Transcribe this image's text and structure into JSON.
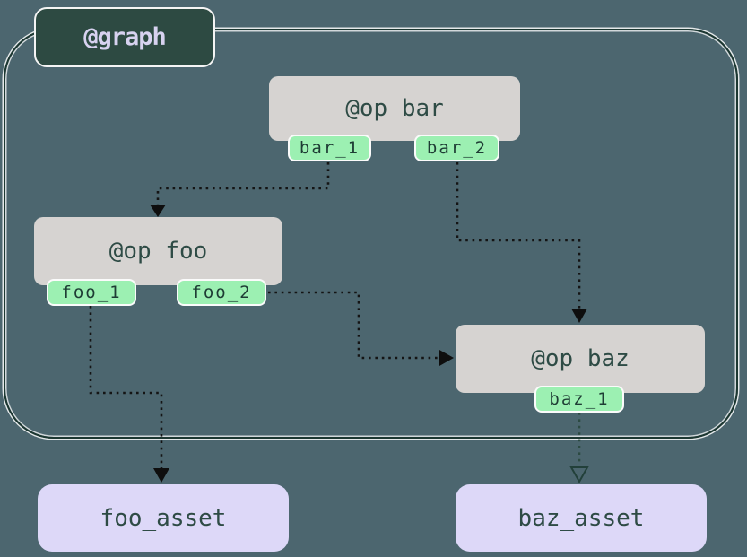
{
  "diagram": {
    "graph_label": "@graph",
    "ops": [
      {
        "id": "bar",
        "label": "@op bar",
        "outputs": [
          "bar_1",
          "bar_2"
        ]
      },
      {
        "id": "foo",
        "label": "@op foo",
        "outputs": [
          "foo_1",
          "foo_2"
        ]
      },
      {
        "id": "baz",
        "label": "@op baz",
        "outputs": [
          "baz_1"
        ]
      }
    ],
    "assets": [
      {
        "id": "foo_asset",
        "label": "foo_asset"
      },
      {
        "id": "baz_asset",
        "label": "baz_asset"
      }
    ],
    "edges": [
      {
        "from": "bar_1",
        "to": "foo"
      },
      {
        "from": "bar_2",
        "to": "baz"
      },
      {
        "from": "foo_2",
        "to": "baz"
      },
      {
        "from": "foo_1",
        "to": "foo_asset"
      },
      {
        "from": "baz_1",
        "to": "baz_asset"
      }
    ],
    "colors": {
      "background": "#4c666f",
      "graph_box_fill": "#2d4a42",
      "graph_box_text": "#d7d2f0",
      "container_border": "#1c3731",
      "op_fill": "#d6d3d1",
      "op_text": "#2e4b45",
      "output_tag_fill": "#9cf0b2",
      "output_tag_text": "#1e3c34",
      "asset_fill": "#ddd8f8",
      "asset_text": "#2e4b45",
      "edge": "#141414",
      "edge_teal": "#2c4a42"
    }
  }
}
